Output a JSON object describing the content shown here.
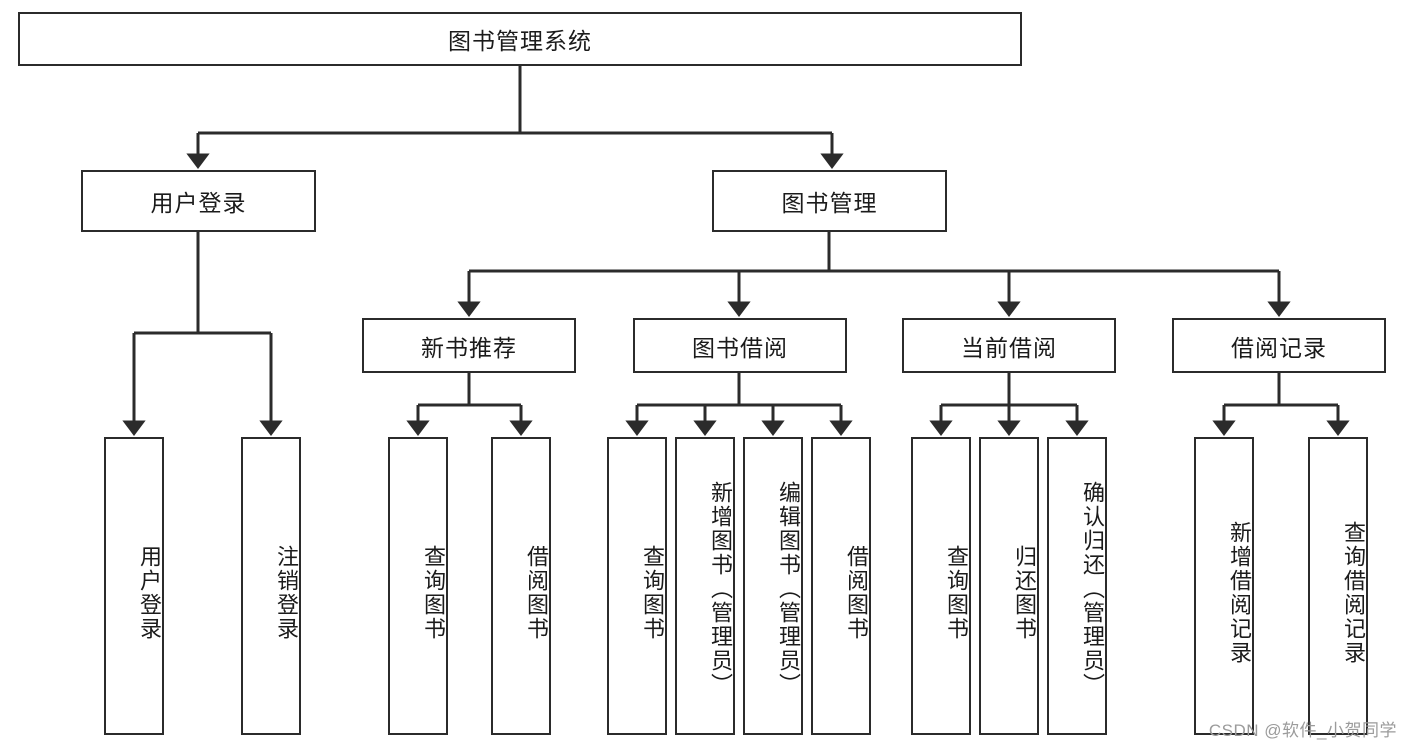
{
  "diagram": {
    "title": "图书管理系统",
    "type": "hierarchy-tree",
    "root": {
      "label": "图书管理系统"
    },
    "level1": [
      {
        "label": "用户登录"
      },
      {
        "label": "图书管理"
      }
    ],
    "level2": [
      {
        "label": "新书推荐"
      },
      {
        "label": "图书借阅"
      },
      {
        "label": "当前借阅"
      },
      {
        "label": "借阅记录"
      }
    ],
    "leaves": [
      {
        "label": "用户登录",
        "parent": "用户登录"
      },
      {
        "label": "注销登录",
        "parent": "用户登录"
      },
      {
        "label": "查询图书",
        "parent": "新书推荐"
      },
      {
        "label": "借阅图书",
        "parent": "新书推荐"
      },
      {
        "label": "查询图书",
        "parent": "图书借阅"
      },
      {
        "label": "新增图书（管理员）",
        "parent": "图书借阅"
      },
      {
        "label": "编辑图书（管理员）",
        "parent": "图书借阅"
      },
      {
        "label": "借阅图书",
        "parent": "图书借阅"
      },
      {
        "label": "查询图书",
        "parent": "当前借阅"
      },
      {
        "label": "归还图书",
        "parent": "当前借阅"
      },
      {
        "label": "确认归还（管理员）",
        "parent": "当前借阅"
      },
      {
        "label": "新增借阅记录",
        "parent": "借阅记录"
      },
      {
        "label": "查询借阅记录",
        "parent": "借阅记录"
      }
    ]
  },
  "watermark": {
    "text": "CSDN @软件_小贺同学"
  },
  "colors": {
    "stroke": "#2b2b2b",
    "background": "#ffffff",
    "text": "#1b1b1b",
    "watermark": "#9b9b9b"
  }
}
